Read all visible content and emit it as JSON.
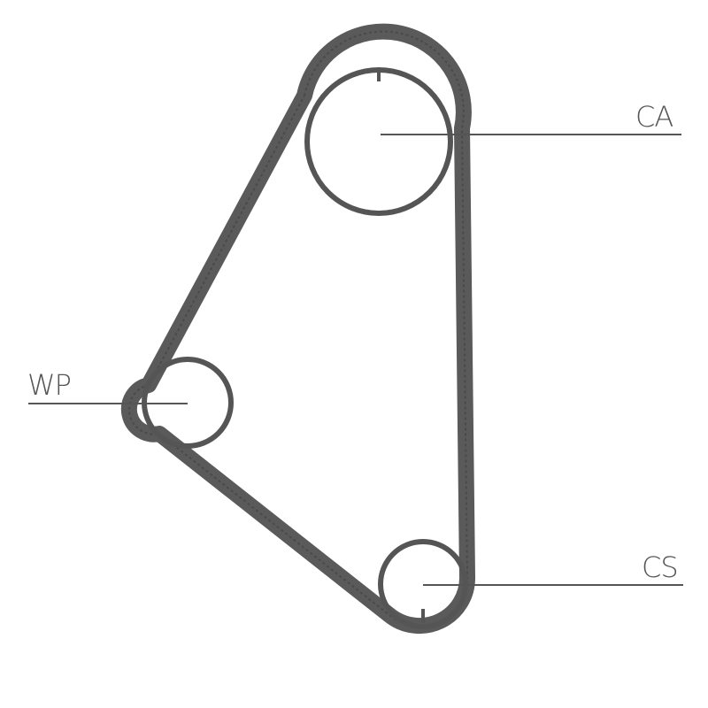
{
  "colors": {
    "belt": "#5a5a5a",
    "belt_texture": "#4a4a4a",
    "pulley": "#555555",
    "leader": "#555555",
    "label": "#555555",
    "background": "#ffffff"
  },
  "labels": {
    "camshaft": "CA",
    "water_pump": "WP",
    "crankshaft": "CS"
  }
}
